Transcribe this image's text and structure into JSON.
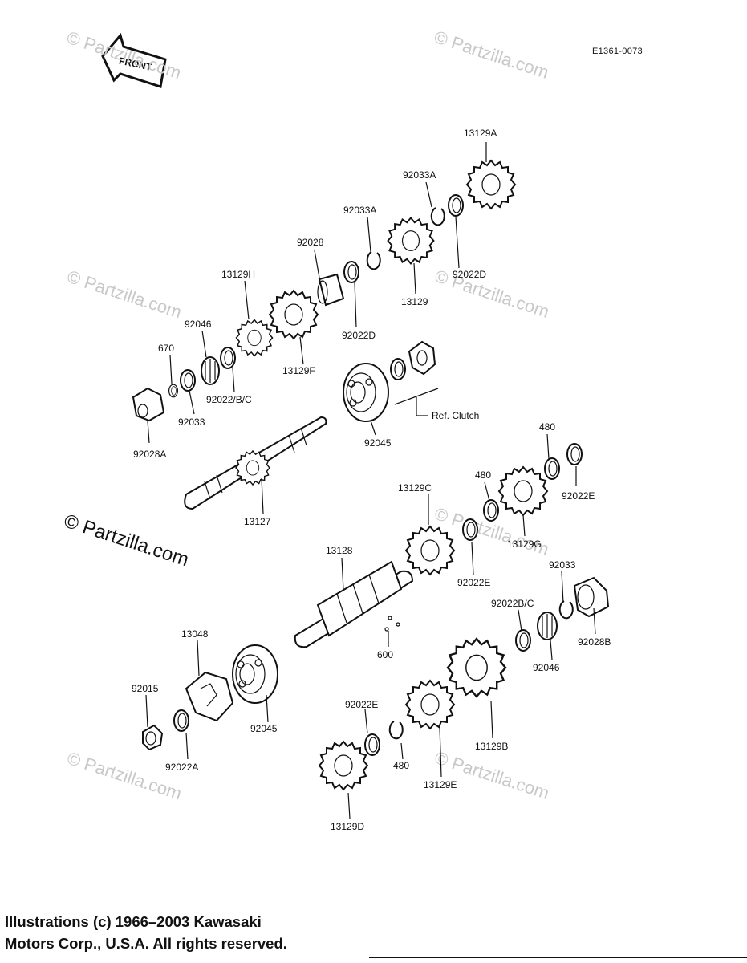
{
  "diagram_id": "E1361-0073",
  "front_label": "FRONT",
  "watermark_text": "Partzilla.com",
  "copyright_line1": "Illustrations (c) 1966–2003 Kawasaki",
  "copyright_line2": "Motors Corp., U.S.A.  All rights reserved.",
  "ref_note": "Ref. Clutch",
  "parts": [
    {
      "id": "13129A",
      "label": "13129A"
    },
    {
      "id": "92033A-upper",
      "label": "92033A"
    },
    {
      "id": "92033A-lower",
      "label": "92033A"
    },
    {
      "id": "92028",
      "label": "92028"
    },
    {
      "id": "92022D-upper",
      "label": "92022D"
    },
    {
      "id": "13129",
      "label": "13129"
    },
    {
      "id": "13129H",
      "label": "13129H"
    },
    {
      "id": "92046-upper",
      "label": "92046"
    },
    {
      "id": "670",
      "label": "670"
    },
    {
      "id": "92022D-lower",
      "label": "92022D"
    },
    {
      "id": "13129F",
      "label": "13129F"
    },
    {
      "id": "92022BC-upper",
      "label": "92022/B/C"
    },
    {
      "id": "92033-upper",
      "label": "92033"
    },
    {
      "id": "92028A",
      "label": "92028A"
    },
    {
      "id": "92045-upper",
      "label": "92045"
    },
    {
      "id": "480-top",
      "label": "480"
    },
    {
      "id": "92022E-right",
      "label": "92022E"
    },
    {
      "id": "480-mid",
      "label": "480"
    },
    {
      "id": "13129C",
      "label": "13129C"
    },
    {
      "id": "13129G",
      "label": "13129G"
    },
    {
      "id": "13127",
      "label": "13127"
    },
    {
      "id": "13128",
      "label": "13128"
    },
    {
      "id": "92022E-mid",
      "label": "92022E"
    },
    {
      "id": "92033-lower",
      "label": "92033"
    },
    {
      "id": "92022BC-lower",
      "label": "92022B/C"
    },
    {
      "id": "92028B",
      "label": "92028B"
    },
    {
      "id": "600",
      "label": "600"
    },
    {
      "id": "92046-lower",
      "label": "92046"
    },
    {
      "id": "13048",
      "label": "13048"
    },
    {
      "id": "92015",
      "label": "92015"
    },
    {
      "id": "92045-lower",
      "label": "92045"
    },
    {
      "id": "92022E-low",
      "label": "92022E"
    },
    {
      "id": "13129B",
      "label": "13129B"
    },
    {
      "id": "92022A",
      "label": "92022A"
    },
    {
      "id": "480-low",
      "label": "480"
    },
    {
      "id": "13129E",
      "label": "13129E"
    },
    {
      "id": "13129D",
      "label": "13129D"
    }
  ]
}
